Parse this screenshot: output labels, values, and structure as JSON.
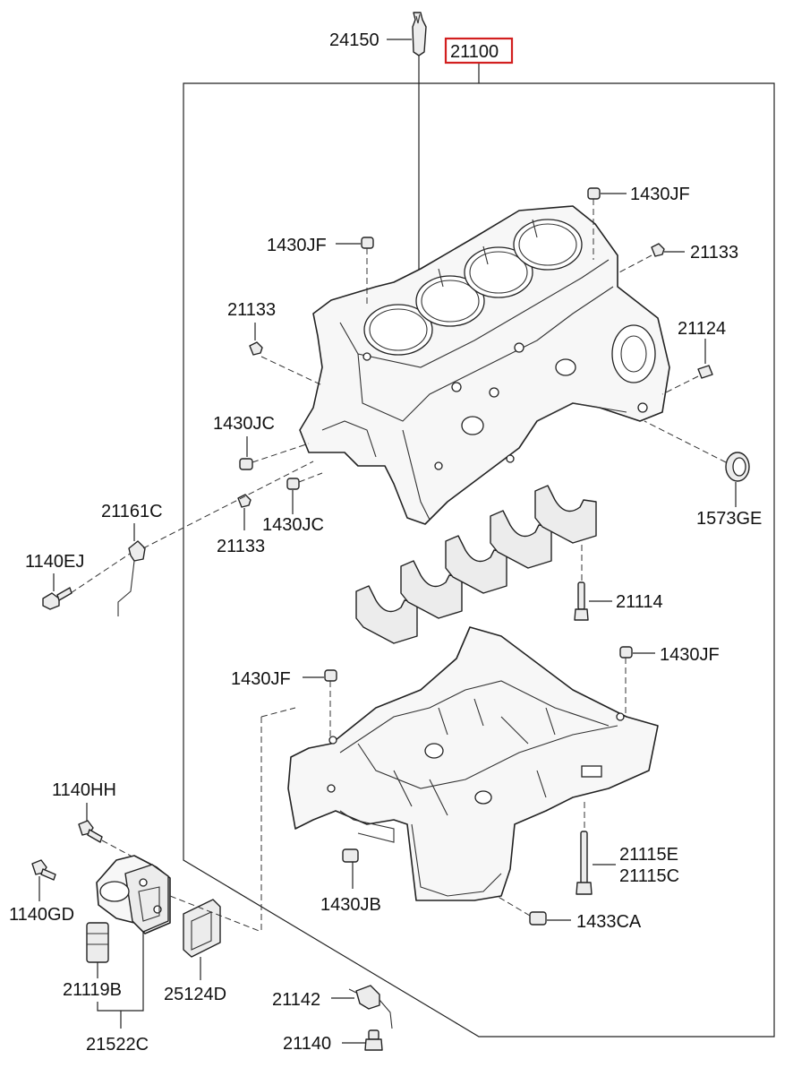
{
  "labels": {
    "p24150": "24150",
    "p21100": "21100",
    "p1430JF_top_right": "1430JF",
    "p1430JF_top_left": "1430JF",
    "p21133_right": "21133",
    "p21133_left": "21133",
    "p21124": "21124",
    "p1430JC_upper": "1430JC",
    "p1573GE": "1573GE",
    "p21161C": "21161C",
    "p1140EJ": "1140EJ",
    "p21133_lower": "21133",
    "p1430JC_lower": "1430JC",
    "p21114": "21114",
    "p1430JF_pan_right": "1430JF",
    "p1430JF_pan_left": "1430JF",
    "p1140HH": "1140HH",
    "p21115E": "21115E",
    "p21115C": "21115C",
    "p1140GD": "1140GD",
    "p1430JB": "1430JB",
    "p1433CA": "1433CA",
    "p21119B": "21119B",
    "p25124D": "25124D",
    "p21142": "21142",
    "p21140": "21140",
    "p21522C": "21522C"
  },
  "highlight_color": "#d21f1f",
  "highlighted_part": "21100"
}
